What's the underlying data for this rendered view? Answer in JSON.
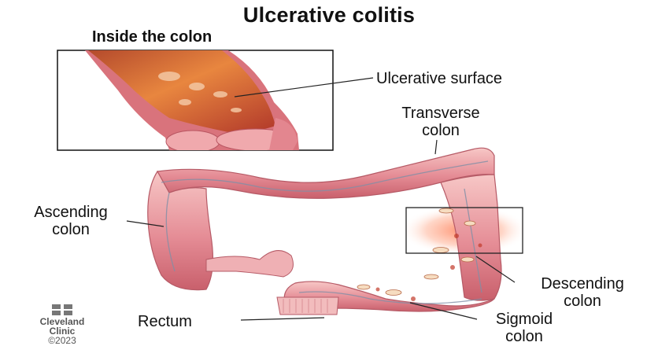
{
  "title": "Ulcerative colitis",
  "inset": {
    "title": "Inside the colon"
  },
  "labels": {
    "ulcerative_surface": "Ulcerative surface",
    "transverse_line1": "Transverse",
    "transverse_line2": "colon",
    "ascending_line1": "Ascending",
    "ascending_line2": "colon",
    "descending_line1": "Descending",
    "descending_line2": "colon",
    "rectum": "Rectum",
    "sigmoid_line1": "Sigmoid",
    "sigmoid_line2": "colon"
  },
  "logo": {
    "line1": "Cleveland",
    "line2": "Clinic",
    "copyright": "©2023"
  },
  "colors": {
    "tissue": "#e89aa0",
    "tissue_dark": "#c55a66",
    "tissue_light": "#f6c6c4",
    "inflamed": "#f25a3c",
    "ulcer": "#b8321f",
    "line": "#222222"
  }
}
